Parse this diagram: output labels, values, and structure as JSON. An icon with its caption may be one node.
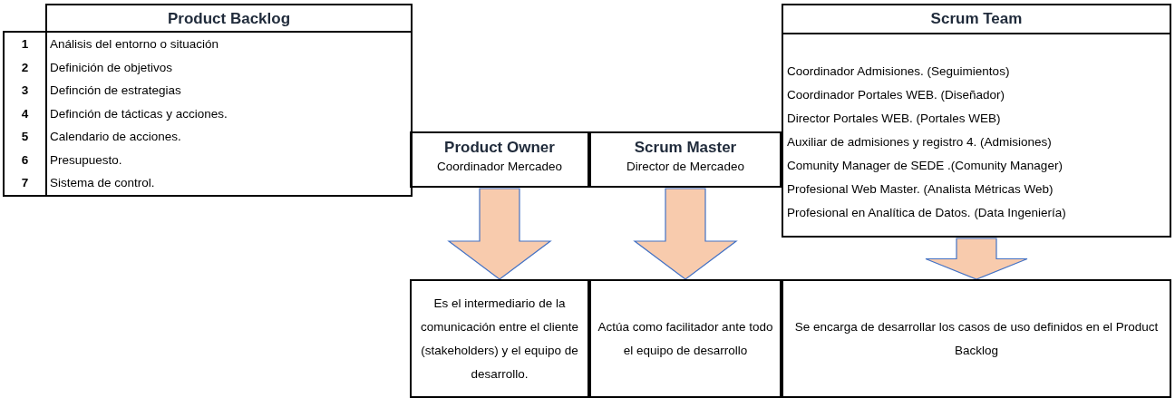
{
  "diagram": {
    "nodes": [
      {
        "text": [
          "Product Backlog"
        ]
      },
      {
        "text": [
          "Product Owner",
          "Coordinador Mercadeo"
        ]
      },
      {
        "text": [
          "Scrum Master",
          "Director de Mercadeo"
        ]
      },
      {
        "text": [
          "Scrum Team",
          "Coordinador Admisiones. (Seguimientos)",
          "Coordinador Portales WEB. (Diseñador)",
          "Director Portales WEB. (Portales WEB)",
          "Auxiliar de admisiones y registro 4. (Admisiones)",
          "Comunity Manager de SEDE .(Comunity Manager)",
          "Profesional Web Master. (Analista Métricas Web)",
          "Profesional en Analítica de Datos. (Data Ingeniería)"
        ]
      },
      {
        "text": [
          "Es el intermediario de la comunicación entre el cliente (stakeholders) y el equipo de desarrollo."
        ]
      },
      {
        "text": [
          "Actúa como facilitador ante todo el equipo de desarrollo"
        ]
      },
      {
        "text": [
          "Se encarga de desarrollar los casos de uso definidos en el Product Backlog"
        ]
      }
    ],
    "edges": [
      {
        "from": 1,
        "to": 4,
        "arrow": "to"
      },
      {
        "from": 2,
        "to": 5,
        "arrow": "to"
      },
      {
        "from": 3,
        "to": 6,
        "arrow": "to"
      }
    ],
    "labels": [
      "1",
      "Análisis del entorno o situación",
      "2",
      "Definición de objetivos",
      "3",
      "Definción de estrategias",
      "4",
      "Definción de tácticas y acciones.",
      "5",
      "Calendario de acciones.",
      "6",
      "Presupuesto.",
      "7",
      "Sistema de control."
    ]
  }
}
